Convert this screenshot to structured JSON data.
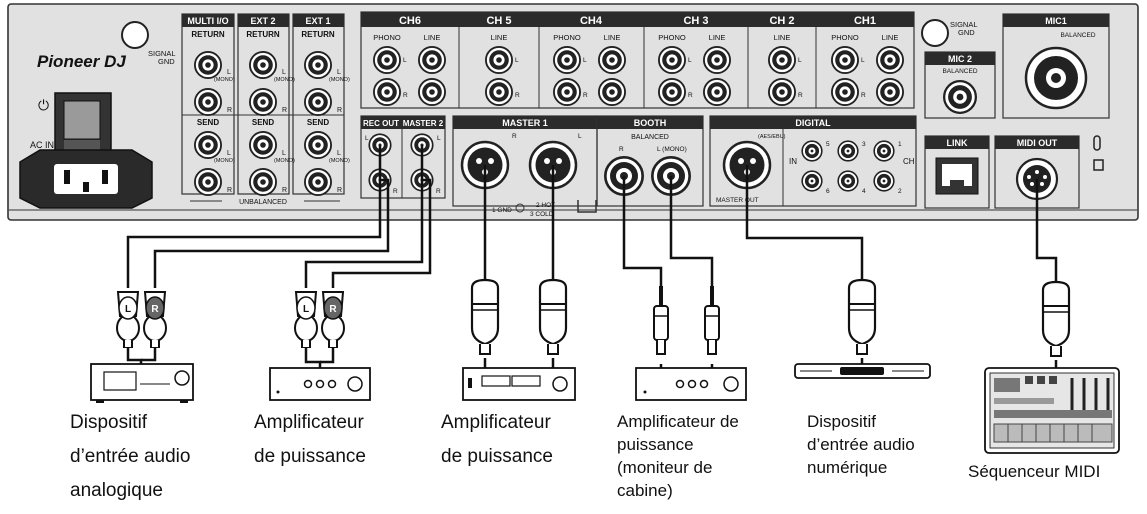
{
  "brand": "Pioneer DJ",
  "panel": {
    "ac_in": "AC IN",
    "signal_gnd": [
      "SIGNAL",
      "GND"
    ],
    "multi_io": "MULTI I/O",
    "ext2": "EXT 2",
    "ext1": "EXT 1",
    "return": "RETURN",
    "send": "SEND",
    "unbalanced": "UNBALANCED",
    "l": "L",
    "r": "R",
    "mono": "(MONO)",
    "ch6": "CH6",
    "ch5": "CH 5",
    "ch4": "CH4",
    "ch3": "CH 3",
    "ch2": "CH 2",
    "ch1": "CH1",
    "phono": "PHONO",
    "line": "LINE",
    "mic1": "MIC1",
    "mic2": "MIC 2",
    "balanced": "BALANCED",
    "rec_out": "REC OUT",
    "master2": "MASTER 2",
    "master1": "MASTER 1",
    "booth": "BOOTH",
    "l_mono": "L (MONO)",
    "pin_legend": [
      "1 GND",
      "2 HOT",
      "3 COLD"
    ],
    "digital": "DIGITAL",
    "aes_ebu": "(AES/EBU)",
    "master_out": "MASTER OUT",
    "in": "IN",
    "ch": "CH",
    "digital_nums": [
      "5",
      "3",
      "1",
      "6",
      "4",
      "2"
    ],
    "link": "LINK",
    "midi_out": "MIDI OUT"
  },
  "plugs": {
    "l": "L",
    "r": "R"
  },
  "captions": [
    {
      "lines": [
        "Dispositif",
        "d’entrée audio",
        "analogique"
      ]
    },
    {
      "lines": [
        "Amplificateur",
        "de puissance"
      ]
    },
    {
      "lines": [
        "Amplificateur",
        "de puissance"
      ]
    },
    {
      "lines": [
        "Amplificateur de",
        "puissance",
        "(moniteur de",
        "cabine)"
      ]
    },
    {
      "lines": [
        "Dispositif",
        "d’entrée audio",
        "numérique"
      ]
    },
    {
      "lines": [
        "Séquenceur MIDI"
      ]
    }
  ]
}
